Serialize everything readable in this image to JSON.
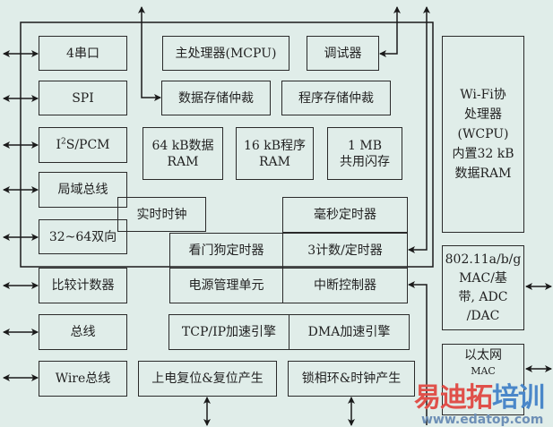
{
  "blocks": {
    "uart": "4串口",
    "spi": "SPI",
    "i2s_pre": "I",
    "i2s_sup": "2",
    "i2s_post": "S/PCM",
    "local_bus": "局域总线",
    "bidir": "32~64双向",
    "mcpu": "主处理器(MCPU)",
    "debugger": "调试器",
    "data_arb": "数据存储仲裁",
    "prog_arb": "程序存储仲裁",
    "ram64": [
      "64 kB数据",
      "RAM"
    ],
    "ram16": [
      "16 kB程序",
      "RAM"
    ],
    "flash": [
      "1 MB",
      "共用闪存"
    ],
    "rtc": "实时时钟",
    "ms_timer": "毫秒定时器",
    "watchdog": "看门狗定时器",
    "counter_timer": "3计数/定时器",
    "compare_counter": "比较计数器",
    "pmu": "电源管理单元",
    "irq": "中断控制器",
    "bus": "总线",
    "tcpip": "TCP/IP加速引擎",
    "dma": "DMA加速引擎",
    "wire_bus": "Wire总线",
    "reset": "上电复位&复位产生",
    "pll": "锁相环&时钟产生",
    "wifi": [
      "Wi-Fi协",
      "处理器",
      "(WCPU)",
      "内置32 kB",
      "数据RAM"
    ],
    "mac80211": [
      "802.11a/b/g",
      "MAC/基",
      "带, ADC",
      "/DAC"
    ],
    "ethernet": [
      "以太网",
      "MAC"
    ]
  },
  "watermark": {
    "brand_a": "易迪拓",
    "brand_b": "培训",
    "url": "www.edatop.com",
    "color_a": "#e0504a",
    "color_b": "#4a87c9"
  }
}
